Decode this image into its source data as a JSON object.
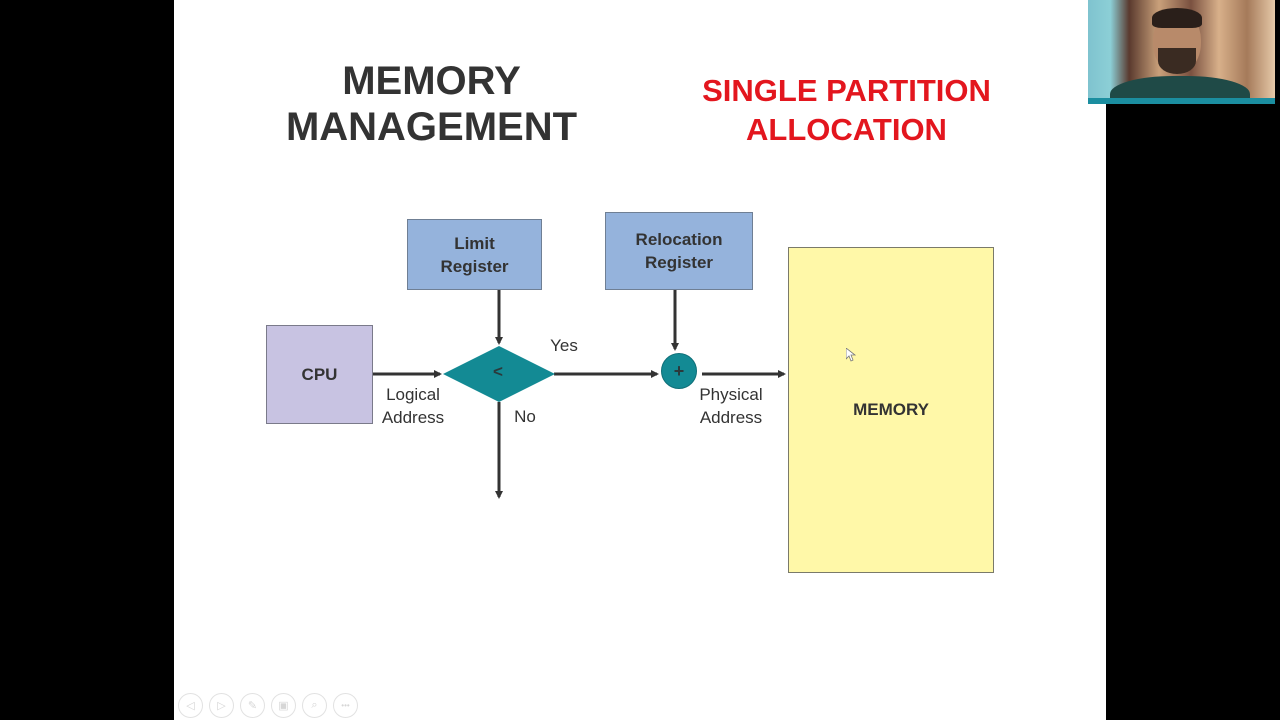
{
  "slide": {
    "title_main": [
      "MEMORY",
      "MANAGEMENT"
    ],
    "title_sub": [
      "SINGLE PARTITION",
      "ALLOCATION"
    ],
    "colors": {
      "title_main": "#333333",
      "title_sub": "#e3161e",
      "register_fill": "#95b3dc",
      "cpu_fill": "#c8c3e2",
      "memory_fill": "#fff8a8",
      "comparator_fill": "#138a94",
      "arrow": "#333333"
    },
    "diagram": {
      "cpu_label": "CPU",
      "limit_register": [
        "Limit",
        "Register"
      ],
      "relocation_register": [
        "Relocation",
        "Register"
      ],
      "comparator_symbol": "<",
      "adder_symbol": "+",
      "memory_label": "MEMORY",
      "logical_address": [
        "Logical",
        "Address"
      ],
      "physical_address": [
        "Physical",
        "Address"
      ],
      "yes_label": "Yes",
      "no_label": "No"
    },
    "toolbar": [
      {
        "icon": "previous-icon",
        "glyph": "◁"
      },
      {
        "icon": "next-icon",
        "glyph": "▷"
      },
      {
        "icon": "pen-icon",
        "glyph": "✎"
      },
      {
        "icon": "slides-grid-icon",
        "glyph": "▣"
      },
      {
        "icon": "zoom-icon",
        "glyph": "⌕"
      },
      {
        "icon": "more-icon",
        "glyph": "•••"
      }
    ]
  },
  "webcam": {
    "description": "presenter webcam feed"
  }
}
